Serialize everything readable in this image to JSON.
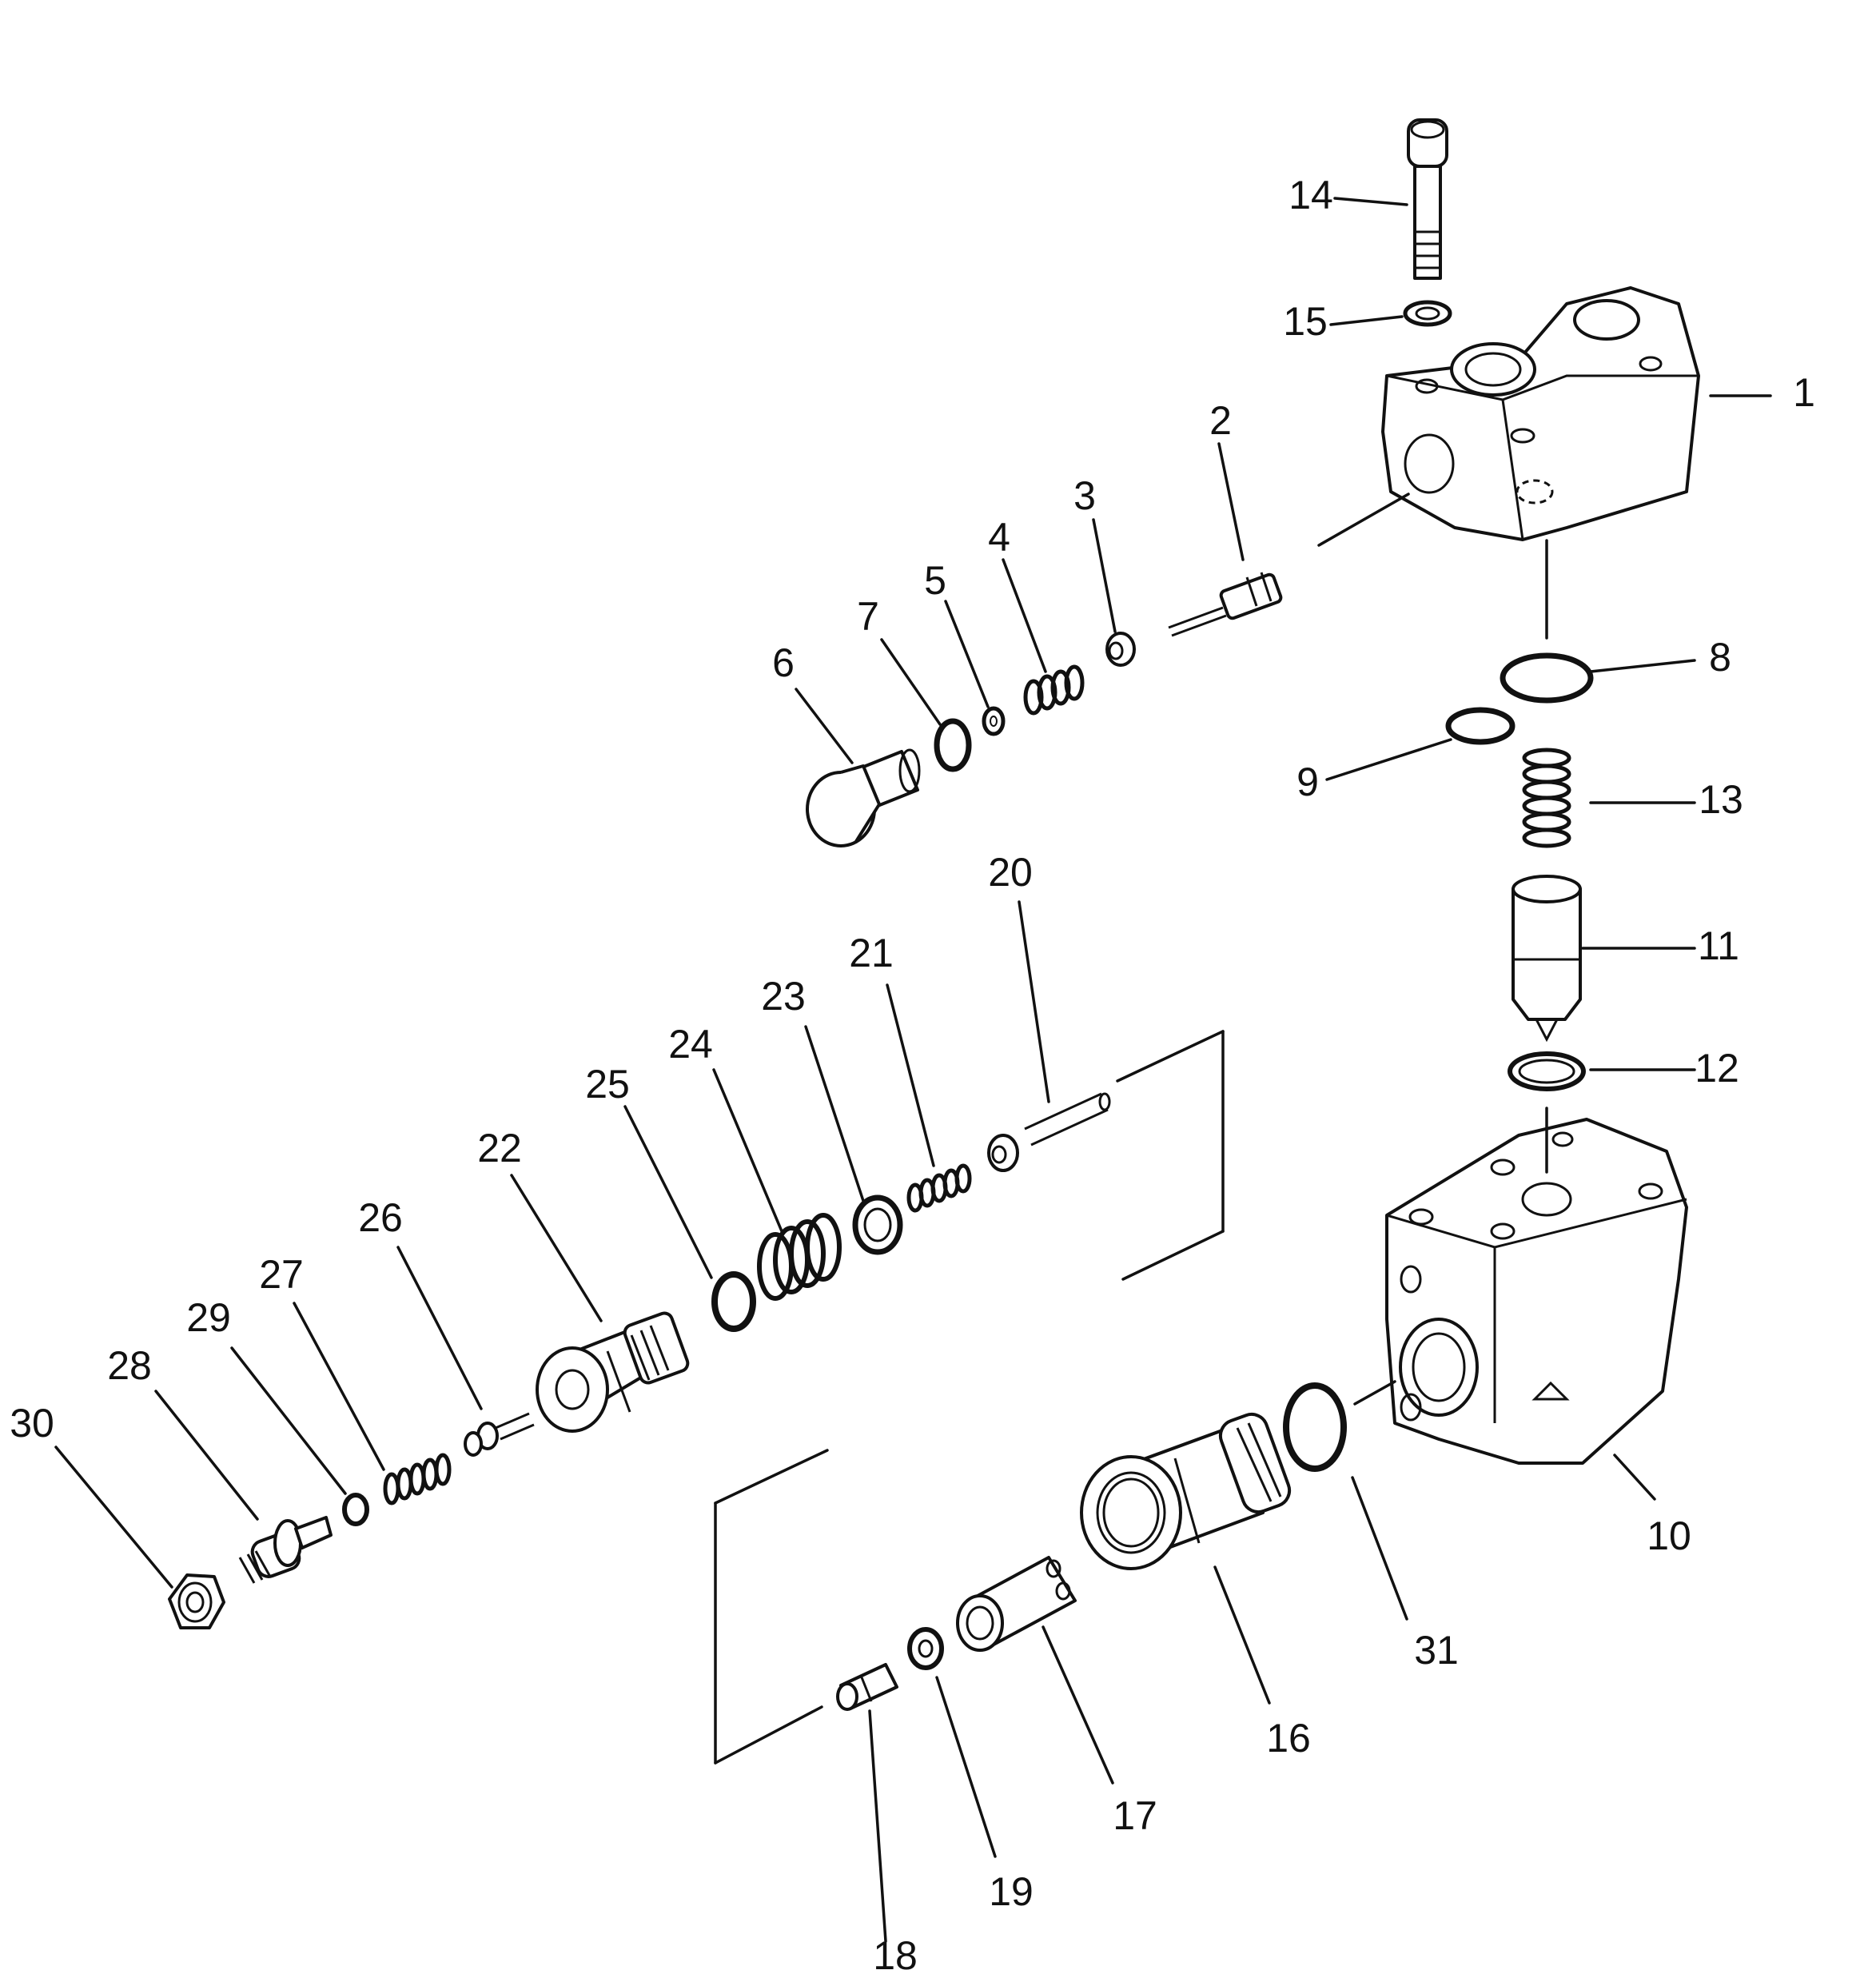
{
  "diagram": {
    "type": "exploded parts diagram",
    "callouts": [
      "1",
      "2",
      "3",
      "4",
      "5",
      "6",
      "7",
      "8",
      "9",
      "10",
      "11",
      "12",
      "13",
      "14",
      "15",
      "16",
      "17",
      "18",
      "19",
      "20",
      "21",
      "22",
      "23",
      "24",
      "25",
      "26",
      "27",
      "28",
      "29",
      "30",
      "31"
    ],
    "colors": {
      "line": "#111111",
      "background": "#ffffff"
    }
  }
}
